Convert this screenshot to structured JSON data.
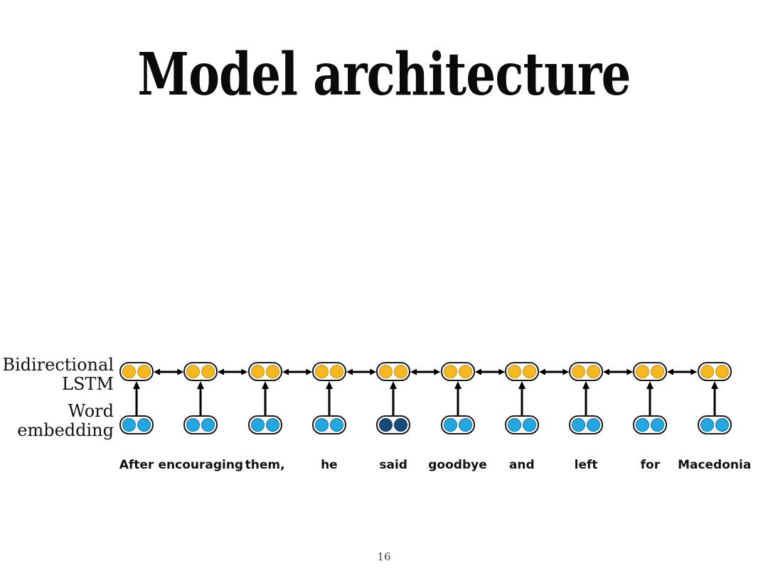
{
  "slide": {
    "title": "Model architecture",
    "page_number": "16",
    "background_color": "#ffffff"
  },
  "row_labels": {
    "lstm": "Bidirectional\nLSTM",
    "embedding": "Word\nembedding"
  },
  "colors": {
    "lstm_dot": "#F5B820",
    "lstm_dot_border": "#C9901A",
    "embedding_dot": "#22A7E0",
    "embedding_dot_border": "#1C6FA8",
    "embedding_dot_highlight": "#174A78",
    "embedding_dot_highlight_border": "#0E3558",
    "cell_outline": "#1A1A1A",
    "arrow": "#000000",
    "text": "#111111"
  },
  "diagram": {
    "type": "bilstm-sequence-architecture",
    "num_columns": 10,
    "lstm_row_label": "Bidirectional LSTM",
    "embedding_row_label": "Word embedding",
    "dots_per_cell": 2,
    "lstm_connection": "bidirectional-horizontal-arrow",
    "embedding_to_lstm_connection": "upward-arrow",
    "columns": [
      {
        "index": 0,
        "word": "After",
        "embedding_highlighted": false
      },
      {
        "index": 1,
        "word": "encouraging",
        "embedding_highlighted": false
      },
      {
        "index": 2,
        "word": "them,",
        "embedding_highlighted": false
      },
      {
        "index": 3,
        "word": "he",
        "embedding_highlighted": false
      },
      {
        "index": 4,
        "word": "said",
        "embedding_highlighted": true
      },
      {
        "index": 5,
        "word": "goodbye",
        "embedding_highlighted": false
      },
      {
        "index": 6,
        "word": "and",
        "embedding_highlighted": false
      },
      {
        "index": 7,
        "word": "left",
        "embedding_highlighted": false
      },
      {
        "index": 8,
        "word": "for",
        "embedding_highlighted": false
      },
      {
        "index": 9,
        "word": "Macedonia",
        "embedding_highlighted": false
      }
    ],
    "sentence": "After encouraging them, he said goodbye and left for Macedonia"
  }
}
